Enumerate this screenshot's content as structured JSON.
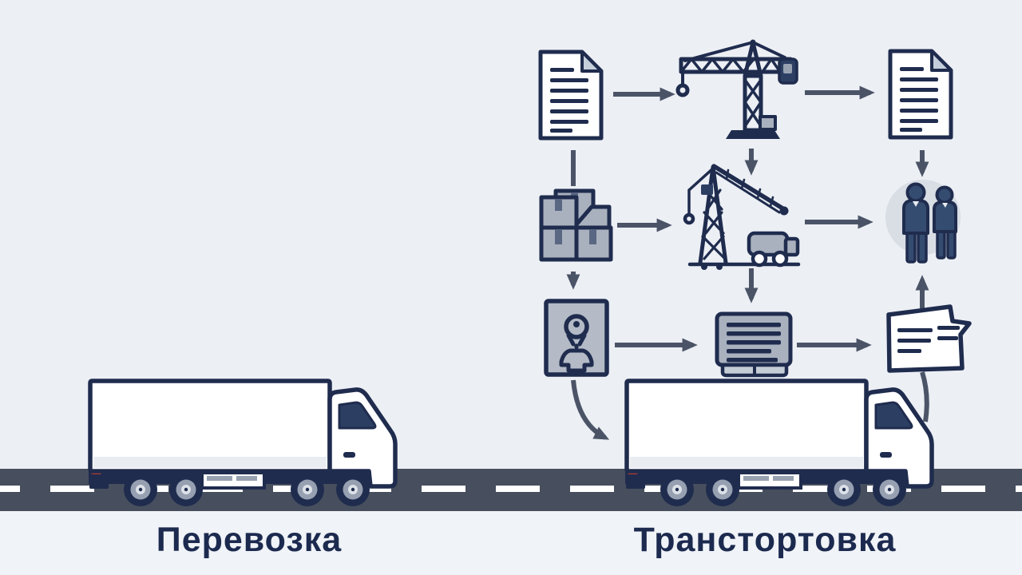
{
  "illustration": {
    "left_section": {
      "label": "Перевозка",
      "icon": "truck-icon"
    },
    "right_section": {
      "label": "Транстортовка",
      "icon": "truck-icon"
    },
    "flowchart_nodes": [
      {
        "icon": "document-icon",
        "row": 1,
        "col": 1
      },
      {
        "icon": "tower-crane-icon",
        "row": 1,
        "col": 2
      },
      {
        "icon": "document-icon",
        "row": 1,
        "col": 3
      },
      {
        "icon": "cargo-boxes-icon",
        "row": 2,
        "col": 1
      },
      {
        "icon": "mobile-crane-icon",
        "row": 2,
        "col": 2
      },
      {
        "icon": "workers-icon",
        "row": 2,
        "col": 3
      },
      {
        "icon": "location-card-icon",
        "row": 3,
        "col": 1
      },
      {
        "icon": "terminal-icon",
        "row": 3,
        "col": 2
      },
      {
        "icon": "note-icon",
        "row": 3,
        "col": 3
      }
    ],
    "colors": {
      "background": "#eceff4",
      "road": "#474f5e",
      "road_dash": "#ffffff",
      "outline_navy": "#1f2c4e",
      "arrow_slate": "#4b5467",
      "icon_gray": "#a9b1be",
      "people_fill": "#354c71",
      "label_text": "#1c2a4f"
    }
  }
}
